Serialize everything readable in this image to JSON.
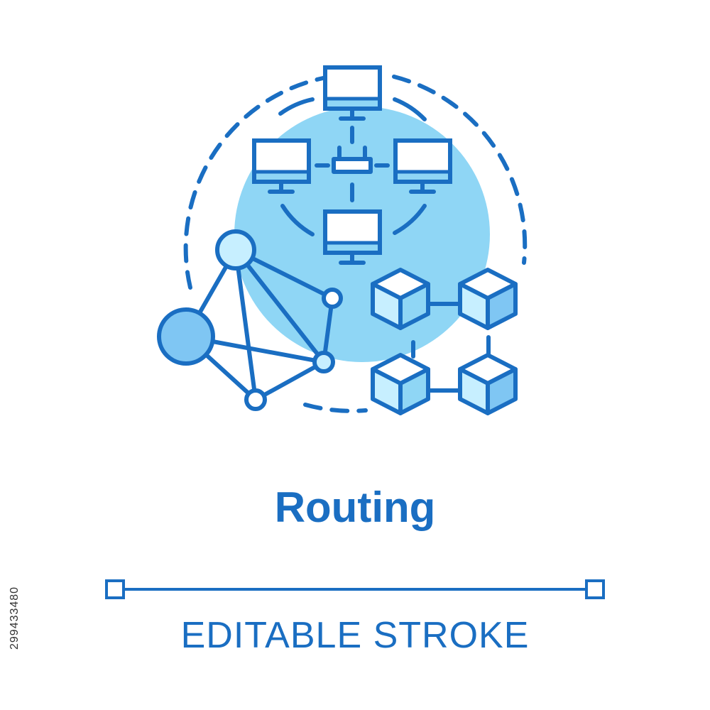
{
  "title": "Routing",
  "caption": "EDITABLE STROKE",
  "stock_id": "299433480",
  "icons": {
    "main": "routing-concept-icon",
    "computers": [
      "monitor-icon",
      "monitor-icon",
      "monitor-icon",
      "monitor-icon"
    ],
    "router": "router-icon",
    "network": "network-nodes-icon",
    "blocks": "blockchain-cubes-icon"
  },
  "colors": {
    "stroke": "#1a6ec2",
    "light_fill": "#8fd6f5",
    "pale_fill": "#c7efff",
    "mid_fill": "#7fc6f3",
    "background": "#ffffff"
  }
}
